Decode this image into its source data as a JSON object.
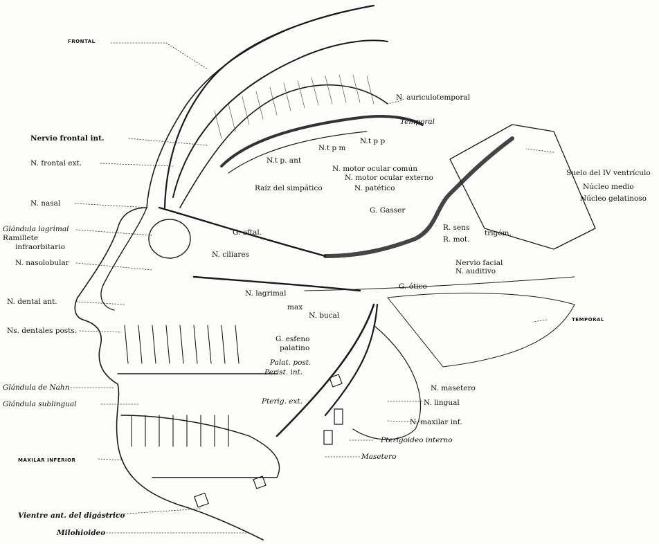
{
  "labels": {
    "frontal": "FRONTAL",
    "auriculotemporal": "N. auriculotemporal",
    "temporal_it": "Temporal",
    "ntpp": "N.t p p",
    "ntpm": "N.t p m",
    "ntpant": "N.t p. ant",
    "nervio_frontal_int": "Nervio frontal int.",
    "n_frontal_ext": "N. frontal ext.",
    "n_nasal": "N. nasal",
    "glandula_lagrimal": "Glándula lagrimal",
    "ramillete": "Ramillete",
    "infraorbitario": "infraorbitario",
    "n_nasolobular": "N. nasolobular",
    "n_dental_ant": "N. dental ant.",
    "ns_dentales_posts": "Ns. dentales posts.",
    "glandula_nahn": "Glándula de Nahn",
    "glandula_sublingual": "Glándula sublingual",
    "maxilar_inferior": "MAXILAR INFERIOR",
    "vientre_ant": "Vientre ant. del digástrico",
    "milohioideo": "Milohioideo",
    "raiz_simpatico": "Raíz del simpático",
    "n_motor_ocular_comun": "N. motor ocular común",
    "n_motor_ocular_externo": "N. motor ocular externo",
    "n_patetico": "N. patético",
    "g_gasser": "G. Gasser",
    "r_sens": "R. sens",
    "r_mot": "R. mot.",
    "trigem": "trigém.",
    "g_oftal": "G. oftal.",
    "n_ciliares": "N. ciliares",
    "n_lagrimal": "N. lagrimal",
    "max": "max",
    "n_bucal": "N. bucal",
    "g_esfeno": "G. esfeno",
    "palatino": "palatino",
    "palat_post": "Palat. post.",
    "perist_int": "Perist. int.",
    "g_otico": "G. ótico",
    "nervio_facial": "Nervio facial",
    "n_auditivo": "N. auditivo",
    "suelo_iv": "Suelo del IV ventrículo",
    "nucleo_medio": "Núcleo medio",
    "nucleo_gelatinoso": "Núcleo gelatinoso",
    "temporal_caps": "TEMPORAL",
    "n_masetero": "N. masetero",
    "n_lingual": "N. lingual",
    "pterig_ext": "Pterig. ext.",
    "n_maxilar_inf": "N. maxilar inf.",
    "pterigoideo_interno": "Pterigoideo interno",
    "masetero": "Masetero"
  }
}
